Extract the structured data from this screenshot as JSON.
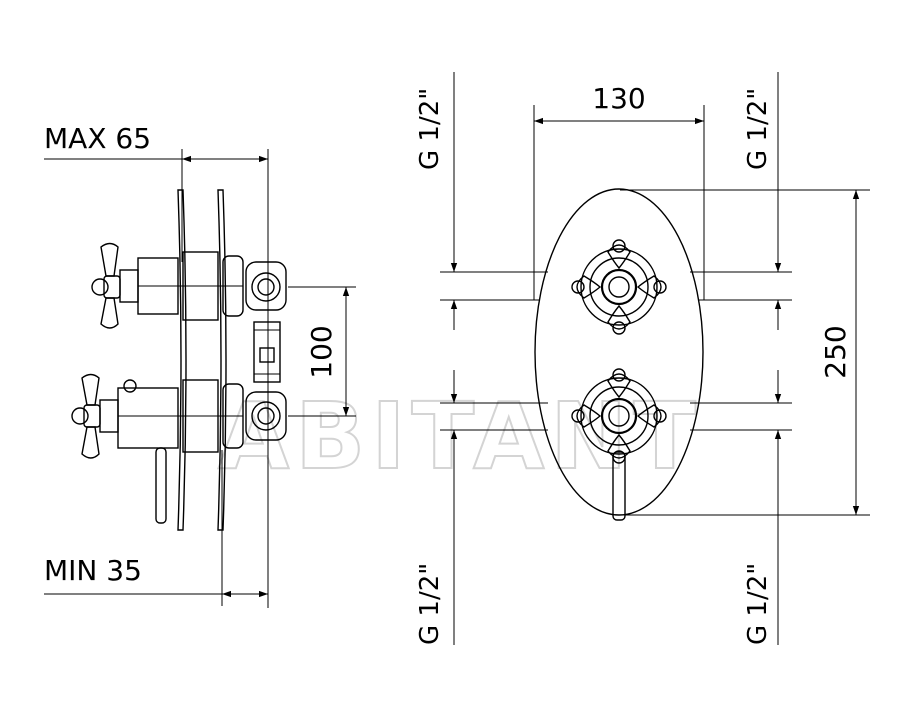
{
  "labels": {
    "max_depth": "MAX 65",
    "min_depth": "MIN 35",
    "height_spacing": "100",
    "width": "130",
    "height": "250",
    "thread_top_left": "G 1/2\"",
    "thread_top_right": "G 1/2\"",
    "thread_bottom_left": "G 1/2\"",
    "thread_bottom_right": "G 1/2\""
  },
  "watermark": "ABITANT"
}
